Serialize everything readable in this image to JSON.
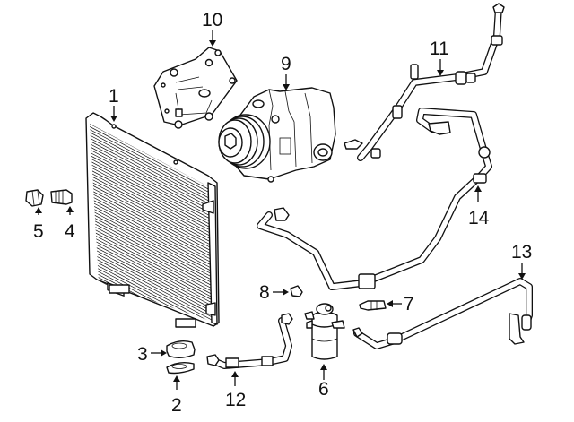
{
  "diagram": {
    "title": "A/C Condenser, Compressor & Lines - Parts Diagram",
    "style": "black line art on white background",
    "colors": {
      "line": "#111111",
      "background": "#ffffff"
    },
    "callouts": [
      {
        "id": "1",
        "label": "1",
        "part": "condenser"
      },
      {
        "id": "2",
        "label": "2",
        "part": "lower-insulator"
      },
      {
        "id": "3",
        "label": "3",
        "part": "upper-insulator"
      },
      {
        "id": "4",
        "label": "4",
        "part": "fitting"
      },
      {
        "id": "5",
        "label": "5",
        "part": "cap"
      },
      {
        "id": "6",
        "label": "6",
        "part": "receiver-drier"
      },
      {
        "id": "7",
        "label": "7",
        "part": "pressure-switch"
      },
      {
        "id": "8",
        "label": "8",
        "part": "cap"
      },
      {
        "id": "9",
        "label": "9",
        "part": "compressor"
      },
      {
        "id": "10",
        "label": "10",
        "part": "compressor-bracket"
      },
      {
        "id": "11",
        "label": "11",
        "part": "suction-hose"
      },
      {
        "id": "12",
        "label": "12",
        "part": "condenser-line"
      },
      {
        "id": "13",
        "label": "13",
        "part": "liquid-line"
      },
      {
        "id": "14",
        "label": "14",
        "part": "discharge-hose"
      }
    ]
  }
}
